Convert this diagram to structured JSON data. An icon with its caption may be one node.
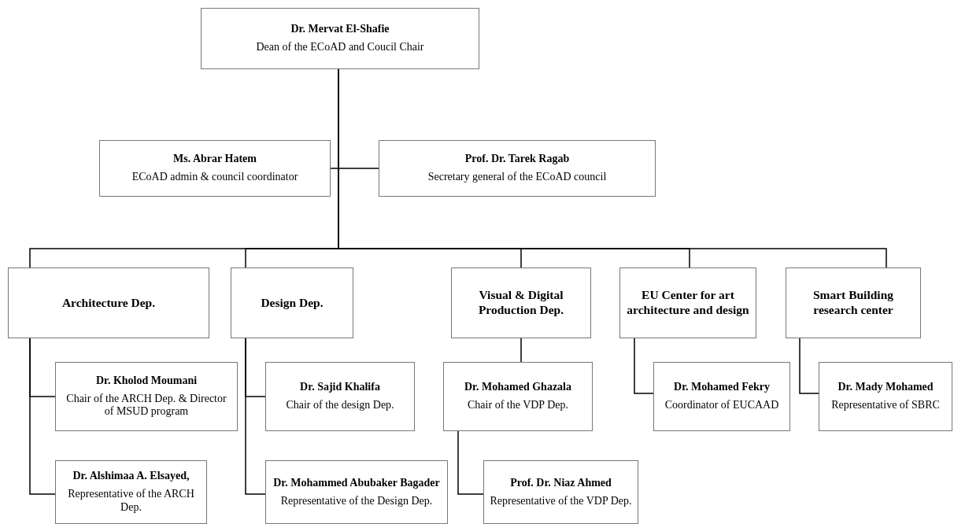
{
  "diagram": {
    "nodes": [
      {
        "text": [
          "Dr. Mervat El-Shafie",
          "Dean of the ECoAD and Coucil Chair"
        ]
      },
      {
        "text": [
          "Ms.  Abrar Hatem",
          "ECoAD admin & council coordinator"
        ]
      },
      {
        "text": [
          "Prof. Dr. Tarek Ragab",
          "Secretary general of the ECoAD council"
        ]
      },
      {
        "text": [
          "Architecture Dep."
        ]
      },
      {
        "text": [
          "Design Dep."
        ]
      },
      {
        "text": [
          "Visual & Digital Production Dep."
        ]
      },
      {
        "text": [
          "EU Center for art architecture and design"
        ]
      },
      {
        "text": [
          "Smart Building research center"
        ]
      },
      {
        "text": [
          "Dr. Kholod Moumani",
          "Chair of the ARCH Dep. & Director of MSUD program"
        ]
      },
      {
        "text": [
          "Dr. Sajid Khalifa",
          "Chair of the design Dep."
        ]
      },
      {
        "text": [
          "Dr. Mohamed Ghazala",
          "Chair of the VDP Dep."
        ]
      },
      {
        "text": [
          "Dr. Mohamed Fekry",
          "Coordinator of EUCAAD"
        ]
      },
      {
        "text": [
          "Dr. Mady Mohamed",
          "Representative of SBRC"
        ]
      },
      {
        "text": [
          "Dr. Alshimaa A. Elsayed,",
          "Representative of the ARCH Dep."
        ]
      },
      {
        "text": [
          "Dr. Mohammed Abubaker Bagader",
          "Representative of the Design Dep."
        ]
      },
      {
        "text": [
          "Prof. Dr. Niaz Ahmed",
          "Representative of the VDP Dep."
        ]
      }
    ],
    "edges": [
      {
        "from": 0,
        "to": 1,
        "arrow": "none"
      },
      {
        "from": 0,
        "to": 2,
        "arrow": "none"
      },
      {
        "from": 0,
        "to": 3,
        "arrow": "none"
      },
      {
        "from": 0,
        "to": 4,
        "arrow": "none"
      },
      {
        "from": 0,
        "to": 5,
        "arrow": "none"
      },
      {
        "from": 0,
        "to": 6,
        "arrow": "none"
      },
      {
        "from": 0,
        "to": 7,
        "arrow": "none"
      },
      {
        "from": 3,
        "to": 8,
        "arrow": "none"
      },
      {
        "from": 3,
        "to": 13,
        "arrow": "none"
      },
      {
        "from": 4,
        "to": 9,
        "arrow": "none"
      },
      {
        "from": 4,
        "to": 14,
        "arrow": "none"
      },
      {
        "from": 5,
        "to": 10,
        "arrow": "none"
      },
      {
        "from": 10,
        "to": 15,
        "arrow": "none"
      },
      {
        "from": 6,
        "to": 11,
        "arrow": "none"
      },
      {
        "from": 7,
        "to": 12,
        "arrow": "none"
      }
    ]
  }
}
